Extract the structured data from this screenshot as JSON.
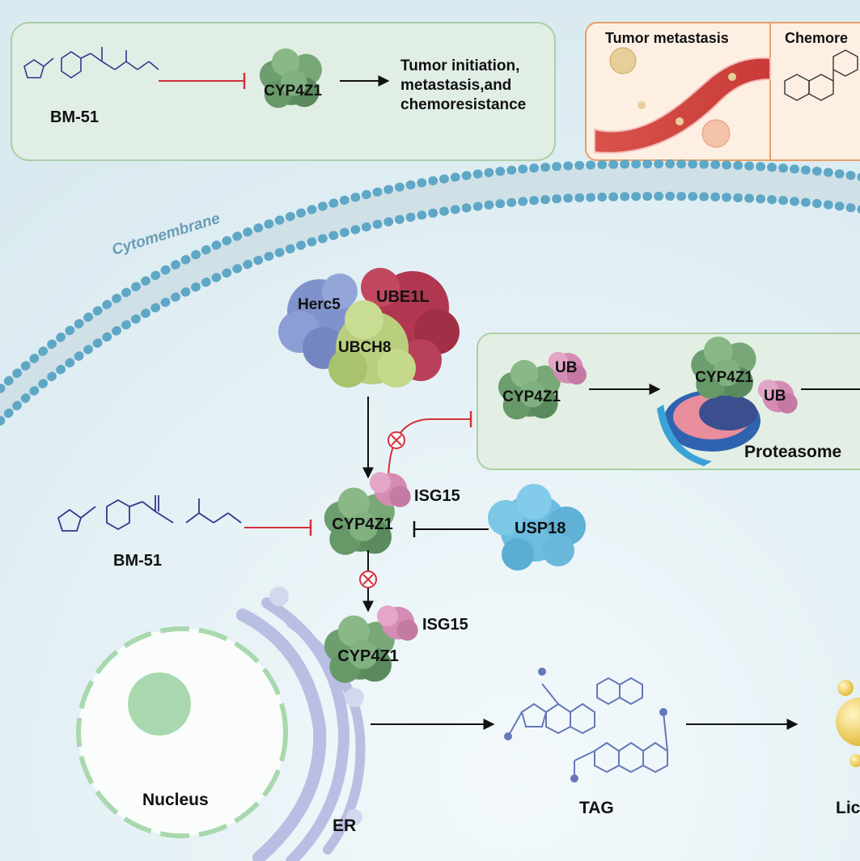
{
  "colors": {
    "background": "#e9f3f6",
    "membrane_head": "#5fa7c6",
    "protein_green": "#6d9e6f",
    "isg15_pink": "#d58cb4",
    "usp18_blue": "#6cbde0",
    "inhibit_red": "#d2313b",
    "herc5_blue": "#7f92cc",
    "ube1l_red": "#b0374f",
    "ubch8_green": "#b9cf7e",
    "er_lavender": "#b9bee3",
    "nucleus_green": "#a9d8ae",
    "lipid_yellow": "#f0d35a"
  },
  "top_left_box": {
    "compound_label": "BM-51",
    "protein_label": "CYP4Z1",
    "outcome_text": "Tumor initiation,\nmetastasis,and\nchemoresistance"
  },
  "top_right_box": {
    "panel1_title": "Tumor metastasis",
    "panel2_title": "Chemore"
  },
  "membrane": {
    "label": "Cytomembrane"
  },
  "e3_complex": {
    "herc5": "Herc5",
    "ube1l": "UBE1L",
    "ubch8": "UBCH8"
  },
  "degradation_box": {
    "protein_label_1": "CYP4Z1",
    "ub_label_1": "UB",
    "protein_label_2": "CYP4Z1",
    "ub_label_2": "UB",
    "proteasome_label": "Proteasome"
  },
  "central": {
    "compound_label": "BM-51",
    "protein_label": "CYP4Z1",
    "isg15_label": "ISG15",
    "usp18_label": "USP18"
  },
  "lower": {
    "protein_label": "CYP4Z1",
    "isg15_label": "ISG15",
    "nucleus_label": "Nucleus",
    "er_label": "ER",
    "tag_label": "TAG",
    "lipid_label": "Lic"
  },
  "icons": [
    "inhibit-cross-icon",
    "protein-blob-icon",
    "proteasome-icon",
    "chemical-structure-icon",
    "lipid-droplet-icon"
  ]
}
